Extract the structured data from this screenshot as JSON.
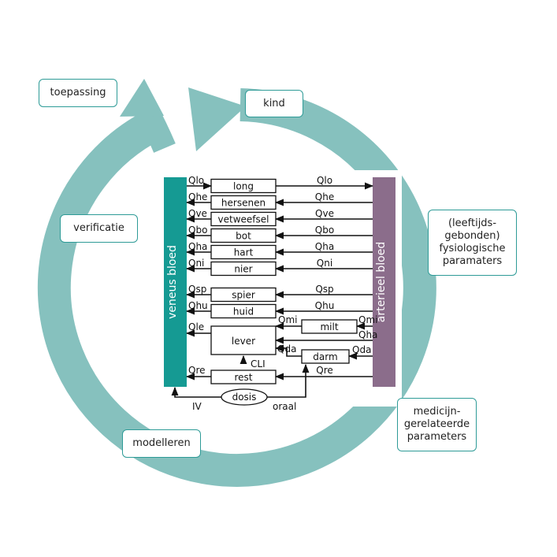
{
  "colors": {
    "cycle": "#86c1be",
    "teal_box_border": "#2e9b97",
    "venous": "#159a93",
    "arterial": "#8b6d8b",
    "line": "#222222"
  },
  "cycle_labels": {
    "toepassing": "toepassing",
    "kind": "kind",
    "verificatie": "verificatie",
    "fysio": [
      "(leeftijds-",
      "gebonden)",
      "fysiologische",
      "paramaters"
    ],
    "medicijn": [
      "medicijn-",
      "gerelateerde",
      "parameters"
    ],
    "modelleren": "modelleren"
  },
  "diagram": {
    "venous_label": "veneus bloed",
    "arterial_label": "arterieel bloed",
    "organs": [
      {
        "name": "long",
        "flow_left": "Qlo",
        "flow_right": "Qlo"
      },
      {
        "name": "hersenen",
        "flow_left": "Qhe",
        "flow_right": "Qhe"
      },
      {
        "name": "vetweefsel",
        "flow_left": "Qve",
        "flow_right": "Qve"
      },
      {
        "name": "bot",
        "flow_left": "Qbo",
        "flow_right": "Qbo"
      },
      {
        "name": "hart",
        "flow_left": "Qha",
        "flow_right": "Qha"
      },
      {
        "name": "nier",
        "flow_left": "Qni",
        "flow_right": "Qni"
      },
      {
        "name": "spier",
        "flow_left": "Qsp",
        "flow_right": "Qsp"
      },
      {
        "name": "huid",
        "flow_left": "Qhu",
        "flow_right": "Qhu"
      },
      {
        "name": "lever",
        "flow_left": "Qle",
        "flow_right": ""
      },
      {
        "name": "rest",
        "flow_left": "Qre",
        "flow_right": "Qre"
      }
    ],
    "milt": {
      "name": "milt",
      "flow_left": "Qmi",
      "flow_right": "Qmi"
    },
    "darm": {
      "name": "darm",
      "flow_left": "Qda",
      "flow_right": "Qda"
    },
    "ha_to_lever": "Qha",
    "cli": "CLI",
    "dosis": "dosis",
    "iv": "IV",
    "oraal": "oraal"
  }
}
